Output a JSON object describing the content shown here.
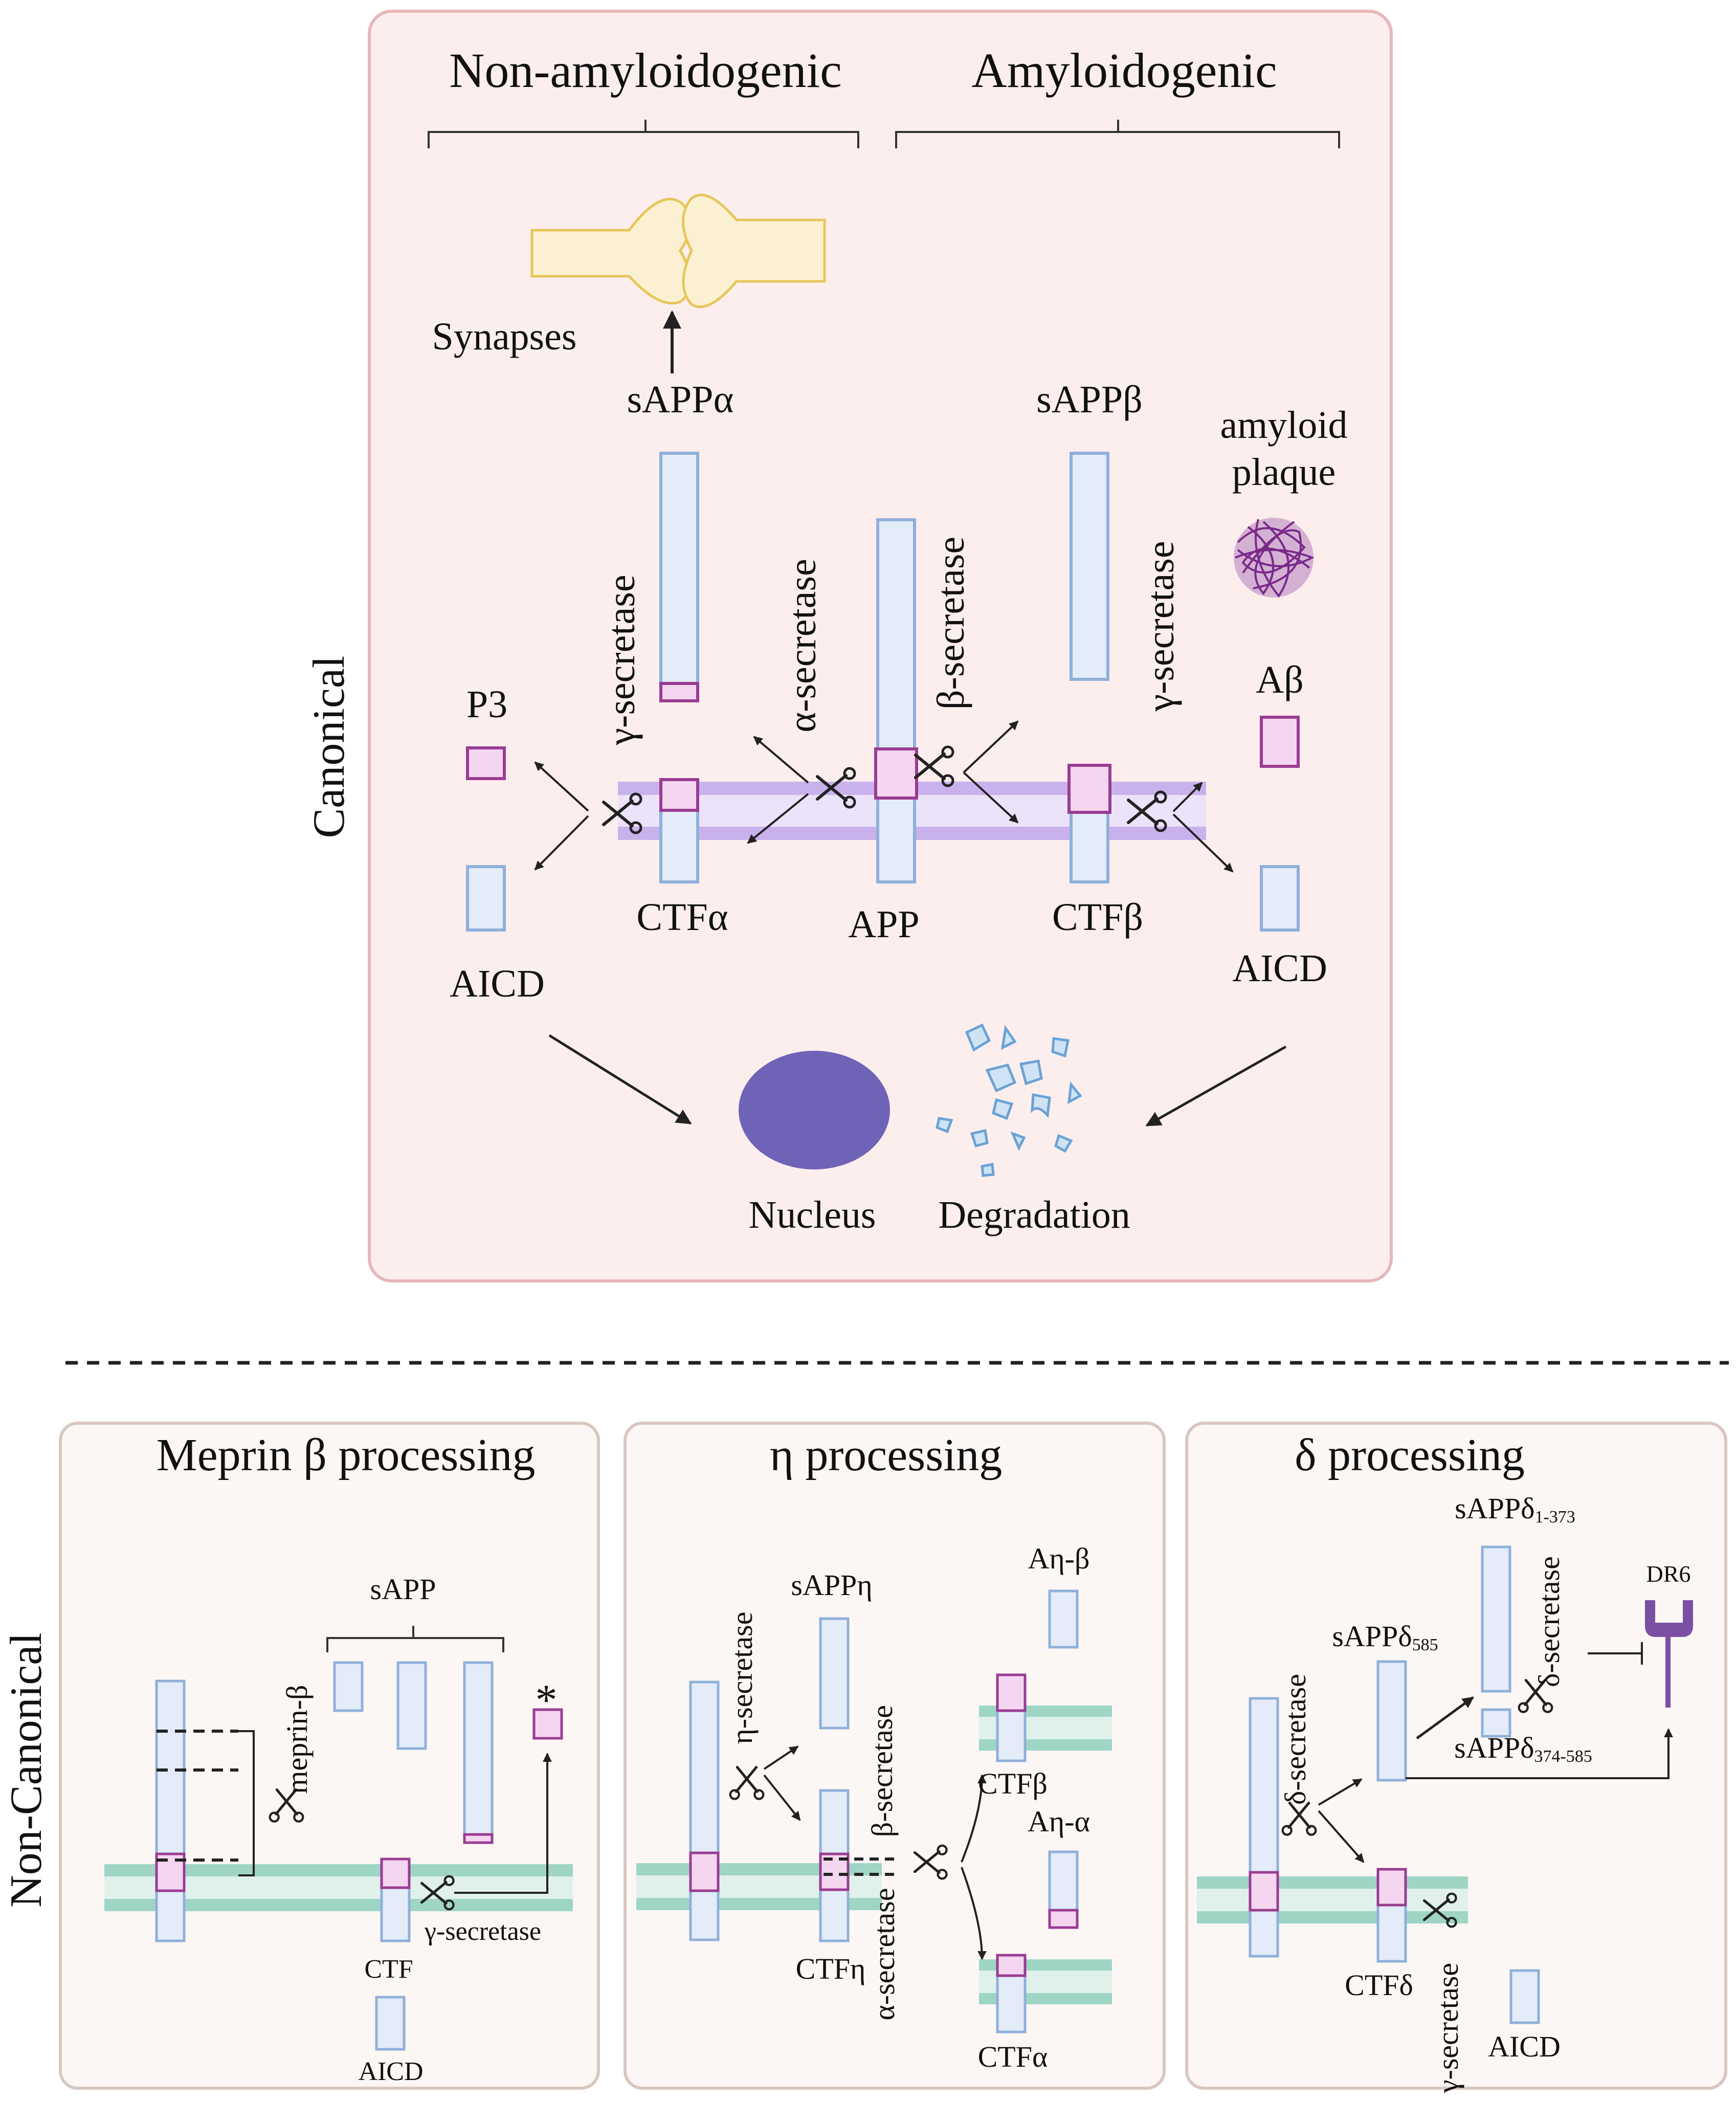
{
  "sections": {
    "canonical": "Canonical",
    "non_canonical": "Non-Canonical"
  },
  "canonical": {
    "non_amyloidogenic": "Non-amyloidogenic",
    "amyloidogenic": "Amyloidogenic",
    "synapses": "Synapses",
    "sapp_alpha": "sAPPα",
    "sapp_beta": "sAPPβ",
    "amyloid_plaque_line1": "amyloid",
    "amyloid_plaque_line2": "plaque",
    "gamma_secretase_left": "γ-secretase",
    "alpha_secretase": "α-secretase",
    "beta_secretase": "β-secretase",
    "gamma_secretase_right": "γ-secretase",
    "p3": "P3",
    "abeta": "Aβ",
    "ctf_alpha": "CTFα",
    "app": "APP",
    "ctf_beta": "CTFβ",
    "aicd_left": "AICD",
    "aicd_right": "AICD",
    "nucleus": "Nucleus",
    "degradation": "Degradation"
  },
  "meprin": {
    "title": "Meprin β processing",
    "sapp": "sAPP",
    "meprin_beta": "meprin-β",
    "asterisk": "*",
    "gamma_secretase": "γ-secretase",
    "ctf": "CTF",
    "aicd": "AICD"
  },
  "eta": {
    "title": "η processing",
    "sapp_eta": "sAPPη",
    "eta_secretase": "η-secretase",
    "beta_secretase": "β-secretase",
    "alpha_secretase": "α-secretase",
    "a_eta_beta": "Aη-β",
    "a_eta_alpha": "Aη-α",
    "ctf_beta": "CTFβ",
    "ctf_eta": "CTFη",
    "ctf_alpha": "CTFα"
  },
  "delta": {
    "title": "δ processing",
    "sapp_d1_base": "sAPPδ",
    "sapp_d1_sub": "1-373",
    "sapp_d585_base": "sAPPδ",
    "sapp_d585_sub": "585",
    "sapp_d374_base": "sAPPδ",
    "sapp_d374_sub": "374-585",
    "dr6": "DR6",
    "delta_secretase": "δ-secretase",
    "delta_secretase_2": "δ-secretase",
    "gamma_secretase": "γ-secretase",
    "ctf_delta": "CTFδ",
    "aicd": "AICD"
  },
  "colors": {
    "canonical_panel_fill": "#fdeeee",
    "canonical_panel_stroke": "#e6b7ba",
    "noncanonical_panel_fill": "#fcf7f4",
    "noncanonical_panel_stroke": "#d9c7bf",
    "protein_fill": "#e3ecf8",
    "protein_stroke": "#8fb0da",
    "domain_fill": "#f5d6f0",
    "domain_stroke": "#9a3c93",
    "membrane_canonical": "#c9b2ec",
    "membrane_noncanonical": "#9fd5c5",
    "nucleus": "#6f63b8",
    "synapse_fill": "#fbf1d2",
    "synapse_stroke": "#e7c65a",
    "plaque": "#7a2a8a",
    "dr6": "#7b4fa3"
  },
  "icons": [
    "scissors-icon",
    "synapse-icon",
    "nucleus-icon",
    "plaque-icon",
    "degradation-fragments-icon",
    "dr6-receptor-icon"
  ]
}
